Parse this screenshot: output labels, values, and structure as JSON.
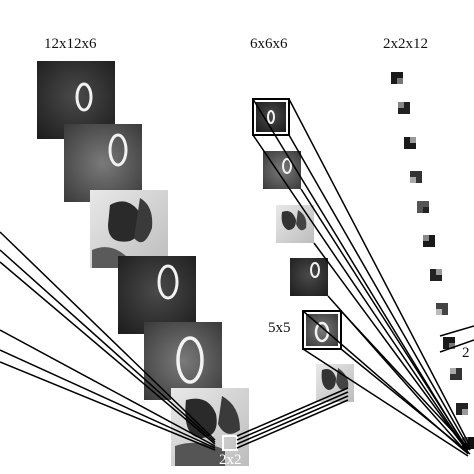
{
  "labels": {
    "col1": "12x12x6",
    "col2": "6x6x6",
    "col3": "2x2x12",
    "kernel_5x5": "5x5",
    "pool_2x2": "2x2",
    "cut_2": "2"
  },
  "colors": {
    "line": "#000000",
    "dark_patch": "#2a2a2a",
    "mid_patch": "#555555",
    "light_patch": "#d6d6d6",
    "ring": "#f2f2f2"
  }
}
